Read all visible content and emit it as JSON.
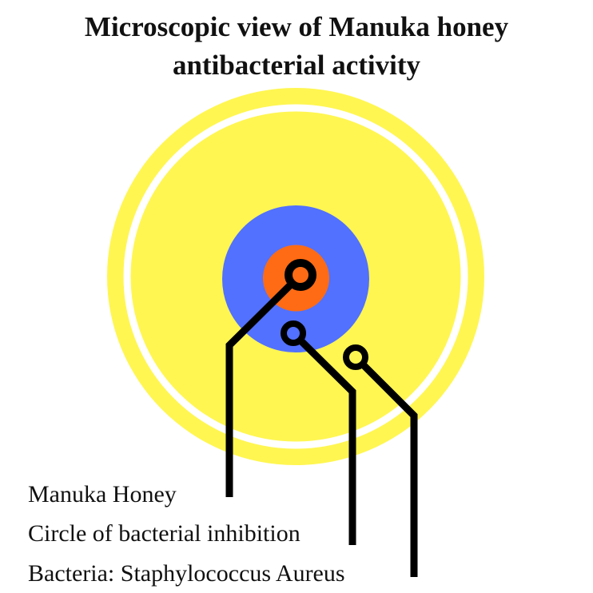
{
  "title_line1": "Microscopic view of Manuka honey",
  "title_line2": "antibacterial activity",
  "labels": [
    "Manuka Honey",
    "Circle of bacterial inhibition",
    "Bacteria: Staphylococcus Aureus"
  ],
  "colors": {
    "dish": "#FFF652",
    "ring": "#FFFFFF",
    "inhibition_zone": "#5271FF",
    "honey": "#FF6B14",
    "leader": "#000000"
  }
}
